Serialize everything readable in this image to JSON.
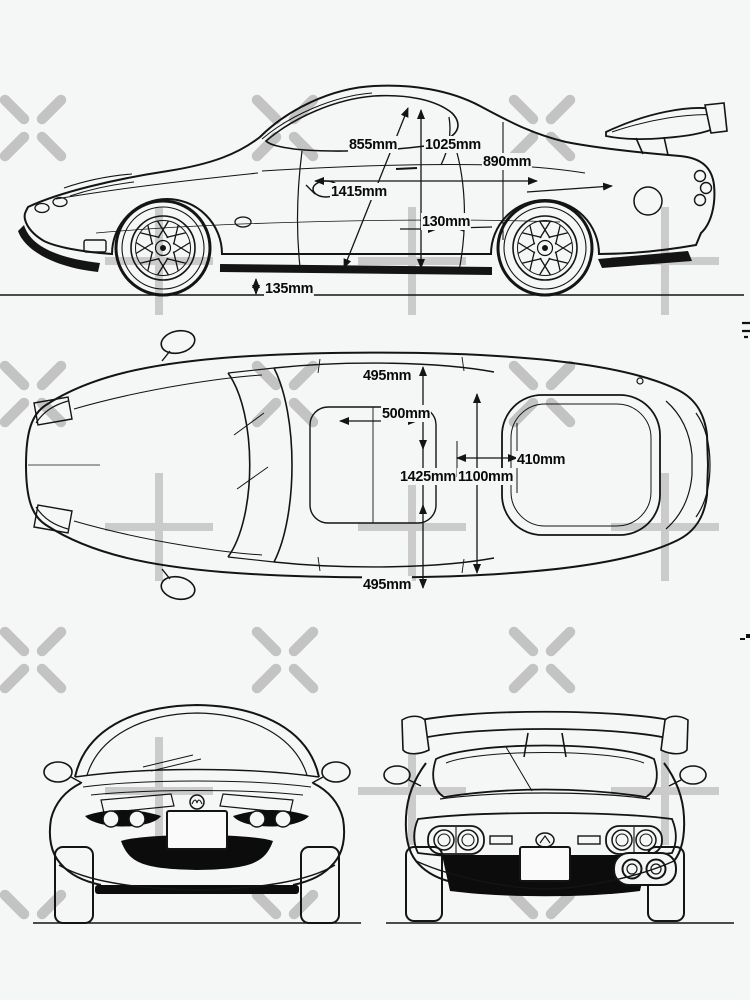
{
  "image": {
    "bg_color": "#f5f6f6",
    "line_color": "#141414",
    "watermark_x_color": "#c3c3c3",
    "watermark_plus_color": "#cbcbcb",
    "subject": "Mazda RX-7 blueprint"
  },
  "side_view": {
    "labels": {
      "diag": "855mm",
      "height": "1025mm",
      "pillar": "890mm",
      "door": "1415mm",
      "sill": "130mm",
      "clearance": "135mm"
    }
  },
  "top_view": {
    "labels": {
      "front": "495mm",
      "mid": "500mm",
      "width": "1425mm",
      "cabin": "1100mm",
      "hatch": "410mm",
      "rear": "495mm"
    }
  }
}
